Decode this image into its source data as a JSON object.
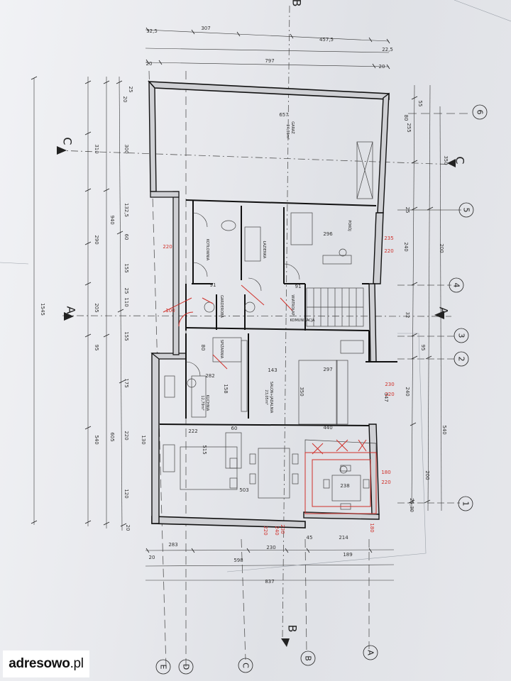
{
  "watermark": {
    "brand": "adresowo",
    "tld": ".pl"
  },
  "sections": {
    "top_B": "B",
    "left_C": "C",
    "right_C": "C",
    "left_A": "A",
    "right_A": "A",
    "bottom_B": "B"
  },
  "axes_right": [
    "6",
    "5",
    "4",
    "3",
    "2",
    "1"
  ],
  "axes_bottom": [
    "E",
    "D",
    "C",
    "B",
    "A"
  ],
  "rooms": {
    "garage": "GARAŻ",
    "garage_area": "24,36m²",
    "bathroom": "ŁAZIENKA",
    "boiler": "KOTŁOWNIA",
    "wardrobe": "GARDEROBA",
    "office": "POKÓJ",
    "hall": "KOMUNIKACJA",
    "vestibule": "WIATROŁAP",
    "kitchen": "KUCHNIA",
    "kitchen_area": "12,79m²",
    "living": "SALON+JADALNIA",
    "living_area": "23,05m²",
    "pantry": "SPIŻARNIA"
  },
  "dims_top": [
    "32,5",
    "307",
    "457,5",
    "22,5",
    "20",
    "797",
    "20",
    "657"
  ],
  "dims_bottom": [
    "283",
    "230",
    "45",
    "214",
    "598",
    "189",
    "837",
    "20"
  ],
  "dims_left": [
    "25",
    "20",
    "310",
    "300",
    "132,5",
    "940",
    "290",
    "60",
    "155",
    "205",
    "25",
    "110",
    "95",
    "155",
    "175",
    "605",
    "540",
    "220",
    "130",
    "120",
    "20",
    "1545"
  ],
  "dims_right": [
    "55",
    "80",
    "255",
    "350",
    "25",
    "240",
    "200",
    "32",
    "95",
    "347",
    "240",
    "540",
    "200",
    "25,30"
  ],
  "dims_inner": [
    "296",
    "143",
    "297",
    "282",
    "158",
    "222",
    "60",
    "440",
    "515",
    "503",
    "238",
    "350",
    "91",
    "91",
    "80"
  ],
  "red_marks": [
    "235",
    "220",
    "100",
    "220",
    "180",
    "220",
    "230",
    "220",
    "180",
    "230",
    "220",
    "240"
  ]
}
